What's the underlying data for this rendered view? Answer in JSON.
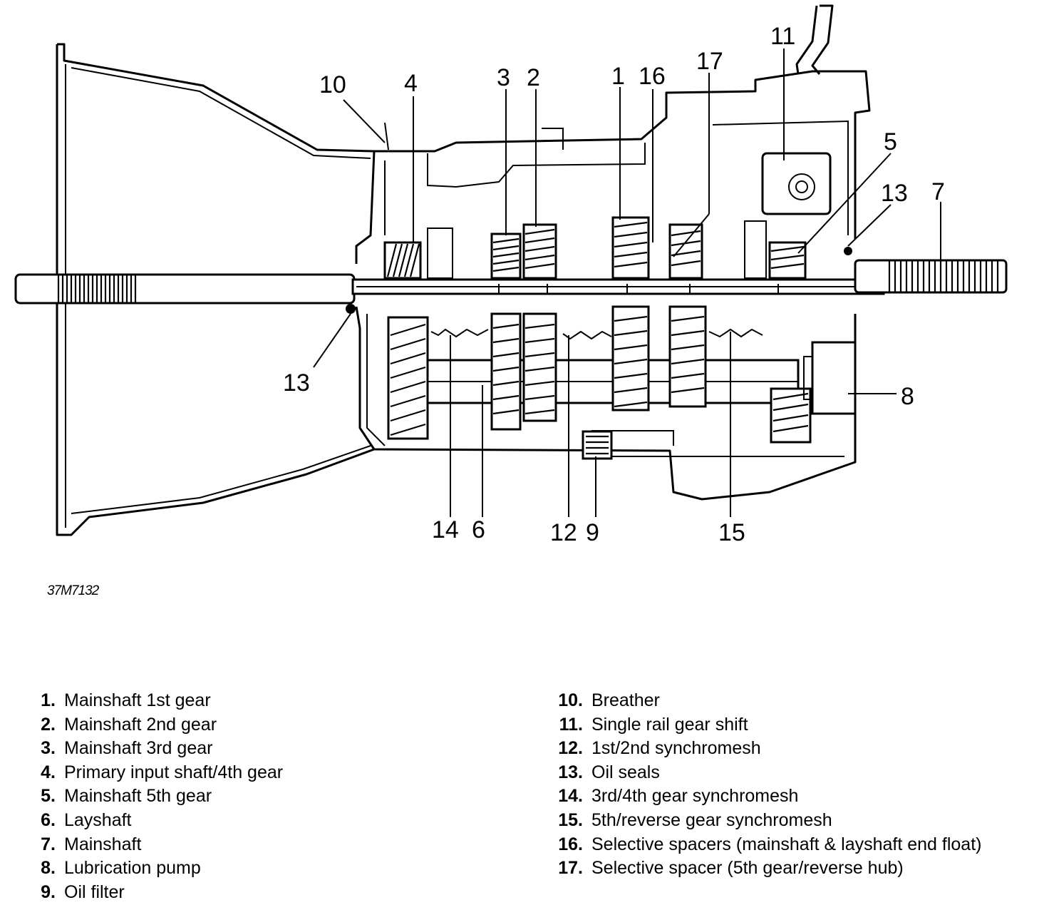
{
  "figure_ref": "37M7132",
  "callouts": {
    "c1": "1",
    "c2": "2",
    "c3": "3",
    "c4": "4",
    "c5": "5",
    "c6": "6",
    "c7": "7",
    "c8": "8",
    "c9": "9",
    "c10": "10",
    "c11": "11",
    "c12": "12",
    "c13a": "13",
    "c13b": "13",
    "c14": "14",
    "c15": "15",
    "c16": "16",
    "c17": "17"
  },
  "legend": {
    "left": [
      {
        "num": "1.",
        "text": "Mainshaft 1st gear"
      },
      {
        "num": "2.",
        "text": "Mainshaft 2nd gear"
      },
      {
        "num": "3.",
        "text": "Mainshaft 3rd gear"
      },
      {
        "num": "4.",
        "text": "Primary input shaft/4th gear"
      },
      {
        "num": "5.",
        "text": "Mainshaft 5th gear"
      },
      {
        "num": "6.",
        "text": "Layshaft"
      },
      {
        "num": "7.",
        "text": "Mainshaft"
      },
      {
        "num": "8.",
        "text": "Lubrication pump"
      },
      {
        "num": "9.",
        "text": "Oil filter"
      }
    ],
    "right": [
      {
        "num": "10.",
        "text": "Breather"
      },
      {
        "num": "11.",
        "text": "Single rail gear shift"
      },
      {
        "num": "12.",
        "text": "1st/2nd synchromesh"
      },
      {
        "num": "13.",
        "text": "Oil seals"
      },
      {
        "num": "14.",
        "text": "3rd/4th gear synchromesh"
      },
      {
        "num": "15.",
        "text": "5th/reverse gear synchromesh"
      },
      {
        "num": "16.",
        "text": "Selective spacers (mainshaft & layshaft end float)"
      },
      {
        "num": "17.",
        "text": "Selective spacer (5th gear/reverse hub)"
      }
    ]
  }
}
